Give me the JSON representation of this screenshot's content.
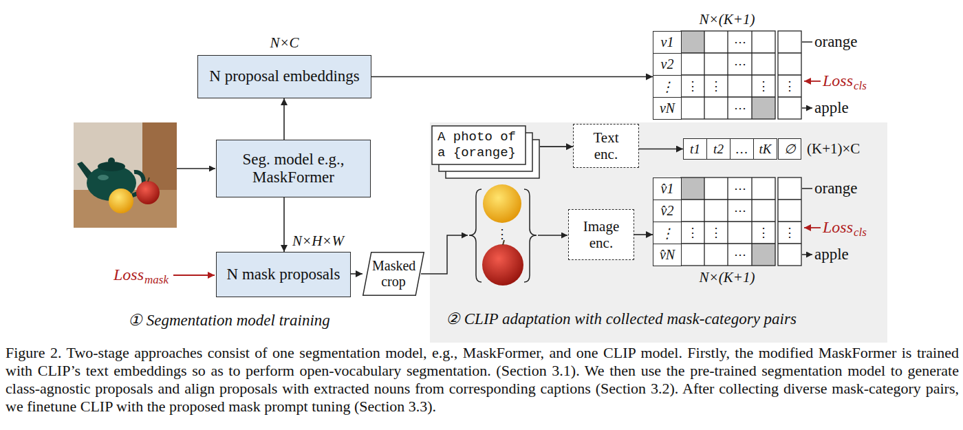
{
  "diagram": {
    "caption": "Figure 2. Two-stage approaches consist of one segmentation model, e.g., MaskFormer, and one CLIP model. Firstly, the modified MaskFormer is trained with CLIP’s text embeddings so as to perform open-vocabulary segmentation. (Section 3.1). We then use the pre-trained segmentation model to generate class-agnostic proposals and align proposals with extracted nouns from corresponding captions (Section 3.2). After collecting diverse mask-category pairs, we finetune CLIP with the proposed mask prompt tuning (Section 3.3).",
    "nodes": [
      {
        "text": [
          "N×C",
          "N proposal embeddings"
        ]
      },
      {
        "text": [
          "Seg. model e.g., MaskFormer"
        ]
      },
      {
        "text": [
          "N×H×W",
          "N mask proposals"
        ]
      },
      {
        "text": [
          "Masked crop"
        ]
      },
      {
        "text": [
          "② CLIP adaptation with collected mask-category pairs"
        ]
      },
      {
        "text": [
          "A photo of a {orange}"
        ],
        "in": 4
      },
      {
        "text": [
          "Text enc."
        ],
        "in": 4
      },
      {
        "text": [
          "Image enc."
        ],
        "in": 4
      },
      {
        "text": [
          "v1",
          "v2",
          "⋮",
          "vN"
        ]
      },
      {
        "text": [
          "t1",
          "t2",
          "…",
          "tK",
          "∅",
          "(K+1)×C"
        ],
        "in": 4
      },
      {
        "text": [
          "v̂1",
          "v̂2",
          "⋮",
          "v̂N"
        ],
        "in": 4
      }
    ],
    "edges": [
      {
        "from": 1,
        "to": 0,
        "arrow": "to"
      },
      {
        "from": 1,
        "to": 2,
        "arrow": "to"
      },
      {
        "from": 2,
        "to": 3,
        "arrow": "to"
      },
      {
        "from": 0,
        "to": 8,
        "arrow": "to"
      },
      {
        "from": 5,
        "to": 6,
        "arrow": "to"
      },
      {
        "from": 6,
        "to": 9,
        "arrow": "to"
      },
      {
        "from": 7,
        "to": 10,
        "arrow": "to"
      }
    ],
    "labels": [
      "N×(K+1)",
      "⋯",
      "⋯",
      "⋮",
      "⋮",
      "⋮",
      "⋯",
      "⋮",
      "orange",
      "Loss",
      "cls",
      "apple",
      "⋮",
      "⋯",
      "⋯",
      "⋮",
      "⋮",
      "⋮",
      "⋯",
      "⋮",
      "orange",
      "Loss",
      "cls",
      "apple",
      "N×(K+1)",
      "Loss",
      "mask",
      "① Segmentation model training"
    ]
  }
}
